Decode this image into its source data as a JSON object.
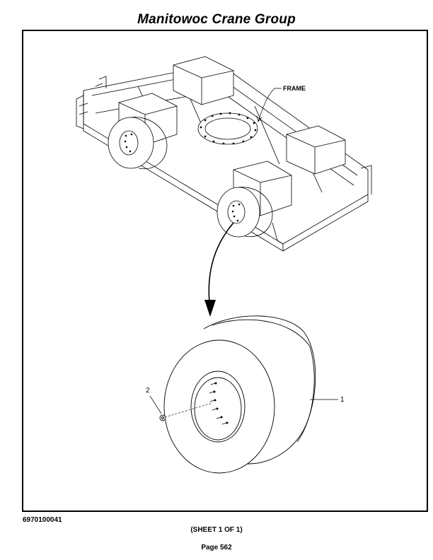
{
  "header": {
    "title": "Manitowoc Crane Group"
  },
  "drawing": {
    "callouts": {
      "frame": "FRAME",
      "item_1": "1",
      "item_2": "2"
    }
  },
  "footer": {
    "drawing_number": "6970100041",
    "sheet": "(SHEET 1 OF 1)",
    "page": "Page 562"
  }
}
